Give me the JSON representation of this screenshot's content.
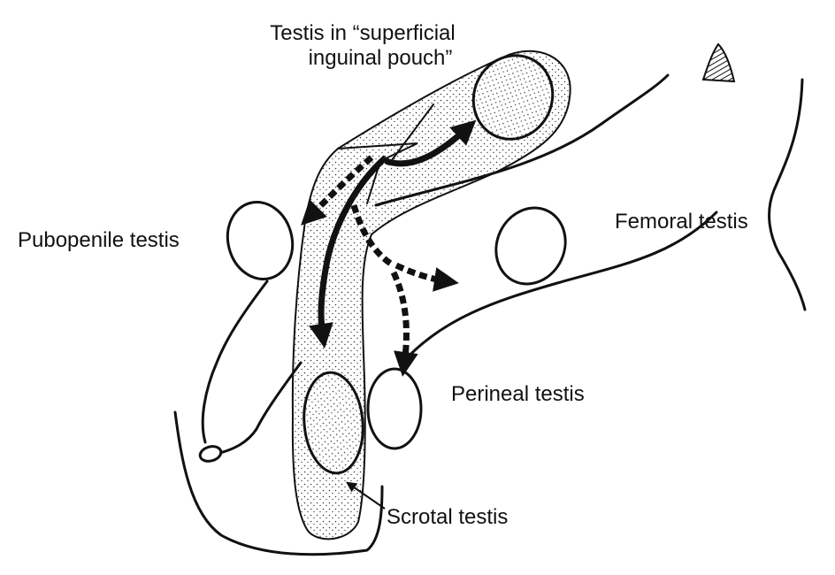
{
  "labels": {
    "superficial_line1": "Testis in “superficial",
    "superficial_line2": "inguinal pouch”",
    "pubopenile": "Pubopenile testis",
    "femoral": "Femoral testis",
    "perineal": "Perineal testis",
    "scrotal": "Scrotal testis"
  },
  "colors": {
    "ink": "#111111",
    "background": "#ffffff"
  }
}
